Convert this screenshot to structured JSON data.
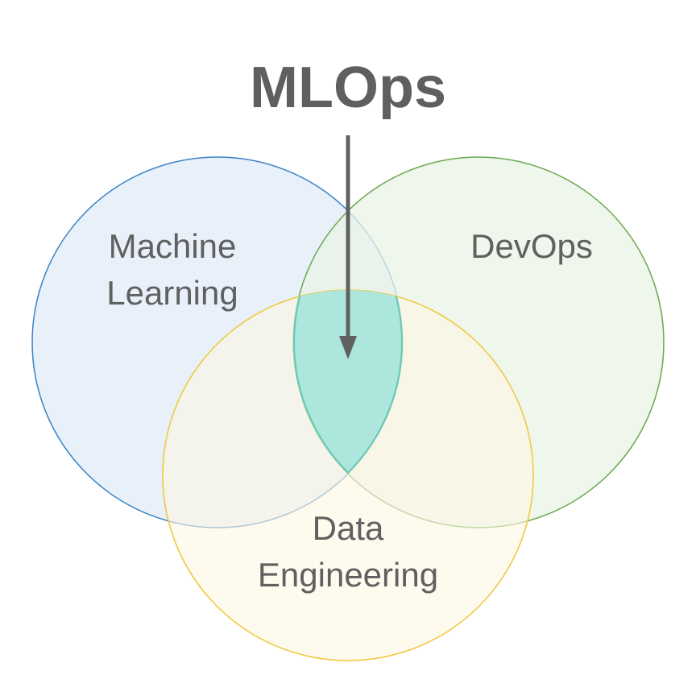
{
  "title": "MLOps",
  "sets": [
    {
      "id": "ml",
      "lines": [
        "Machine",
        "Learning"
      ],
      "fill": "#e5eff8",
      "stroke": "#3b82c6"
    },
    {
      "id": "devops",
      "lines": [
        "DevOps"
      ],
      "fill": "#e9f3e6",
      "stroke": "#6aa84f"
    },
    {
      "id": "de",
      "lines": [
        "Data",
        "Engineering"
      ],
      "fill": "#fdf7e3",
      "stroke": "#efc73a"
    }
  ],
  "intersection": {
    "fill": "#ade6dc",
    "stroke": "#66c7b3"
  },
  "arrow_color": "#606060"
}
